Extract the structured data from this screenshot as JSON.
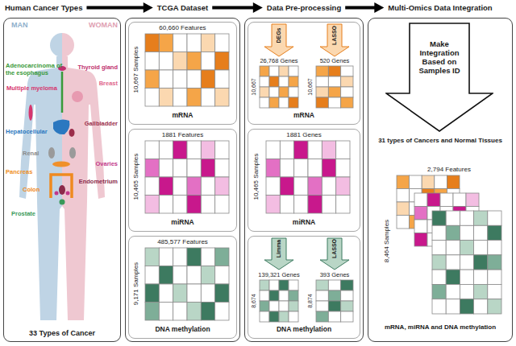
{
  "diagram": {
    "nodes": [
      {
        "text": [
          "Human Cancer Types",
          "33 Types of Cancer"
        ]
      },
      {
        "text": [
          "TCGA Dataset"
        ]
      },
      {
        "text": [
          "60,660 Features",
          "10,667 Samples",
          "mRNA"
        ],
        "in": 1
      },
      {
        "text": [
          "1881 Features",
          "10,465 Samples",
          "miRNA"
        ],
        "in": 1
      },
      {
        "text": [
          "485,577 Features",
          "9,171 Samples",
          "DNA methylation"
        ],
        "in": 1
      },
      {
        "text": [
          "Data Pre-processing"
        ]
      },
      {
        "text": [
          "DEGs",
          "LASSO",
          "26,768 Genes",
          "10,667",
          "520 Genes",
          "10,667",
          "mRNA"
        ],
        "in": 5
      },
      {
        "text": [
          "1881 Genes",
          "10,465 Samples",
          "miRNA"
        ],
        "in": 5
      },
      {
        "text": [
          "Limma",
          "LASSO",
          "139,321 Genes",
          "8,674",
          "393 Genes",
          "8,874",
          "DNA methylation"
        ],
        "in": 5
      },
      {
        "text": [
          "Multi-Omics Data Integration",
          "31 types of Cancers and Normal Tissues",
          "2,794 Features",
          "8,464 Samples",
          "mRNA, miRNA and DNA methylation"
        ]
      },
      {
        "text": [
          "Make Integration Based on Samples ID"
        ],
        "in": 9
      }
    ],
    "edges": [
      {
        "from": 0,
        "to": 1,
        "arrow": "to"
      },
      {
        "from": 1,
        "to": 5,
        "arrow": "to"
      },
      {
        "from": 5,
        "to": 9,
        "arrow": "to"
      }
    ],
    "labels": [
      "MAN",
      "WOMAN",
      "Adenocarcinoma of the esophagus",
      "Thyroid gland",
      "Multiple myeloma",
      "Breast",
      "Gallbladder",
      "Hepatocellular",
      "Renal",
      "Ovaries",
      "Pancreas",
      "Endometrium",
      "Colon",
      "Prostate"
    ]
  }
}
